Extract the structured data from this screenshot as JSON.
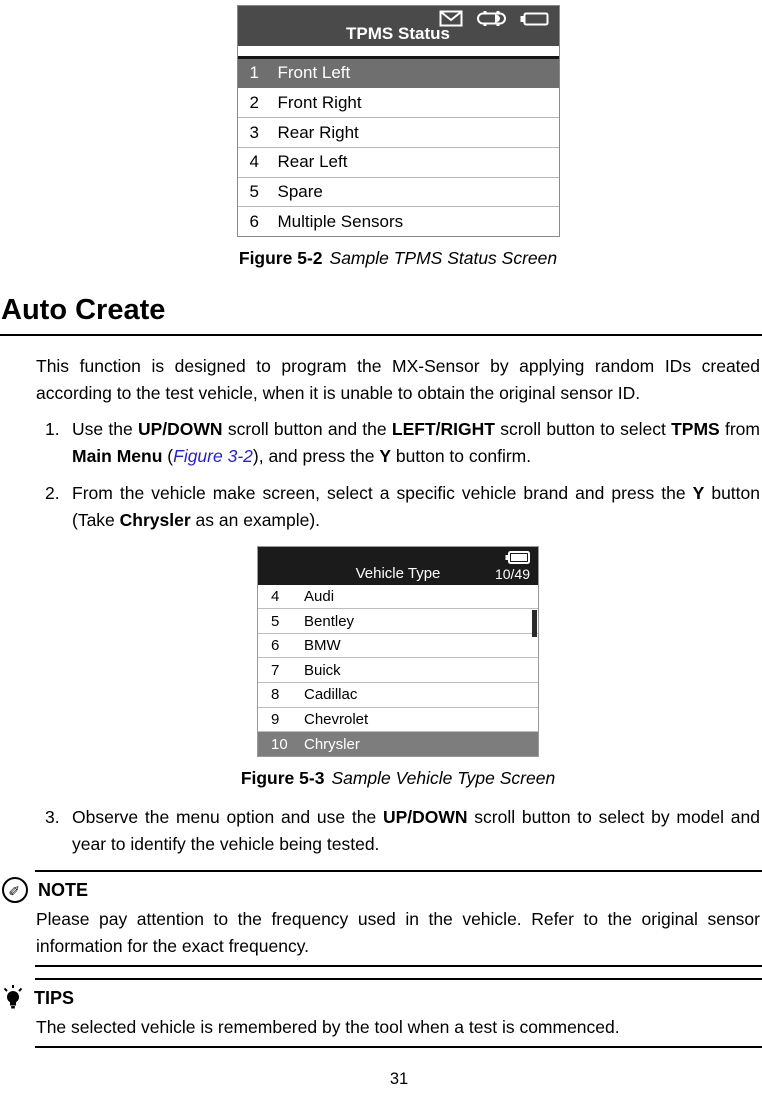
{
  "colors": {
    "link_blue": "#2121de",
    "shot52_header_bg": "#4a4a4a",
    "shot52_selected_bg": "#6f6f6f",
    "shot53_header_bg": "#1b1b1b",
    "shot53_selected_bg": "#7d7d7d"
  },
  "figure52": {
    "screen": {
      "title": "TPMS Status",
      "status_icons": [
        "mail-icon",
        "vehicle-icon",
        "battery-icon"
      ],
      "items": [
        {
          "num": "1",
          "label": "Front Left",
          "selected": true
        },
        {
          "num": "2",
          "label": "Front Right",
          "selected": false
        },
        {
          "num": "3",
          "label": "Rear Right",
          "selected": false
        },
        {
          "num": "4",
          "label": "Rear Left",
          "selected": false
        },
        {
          "num": "5",
          "label": "Spare",
          "selected": false
        },
        {
          "num": "6",
          "label": "Multiple Sensors",
          "selected": false
        }
      ]
    },
    "caption_label": "Figure 5-2",
    "caption_text": "Sample TPMS Status Screen"
  },
  "section": {
    "heading": "Auto Create",
    "intro": [
      {
        "t": "This function is designed to program the MX-Sensor by applying random IDs created according to the test vehicle, when it is unable to obtain the original sensor ID."
      }
    ],
    "steps": [
      {
        "num": "1.",
        "parts": [
          {
            "t": "Use the "
          },
          {
            "t": "UP/DOWN",
            "b": true
          },
          {
            "t": " scroll button and the "
          },
          {
            "t": "LEFT/RIGHT",
            "b": true
          },
          {
            "t": " scroll button to select "
          },
          {
            "t": "TPMS",
            "b": true
          },
          {
            "t": " from "
          },
          {
            "t": "Main Menu",
            "b": true
          },
          {
            "t": " ("
          },
          {
            "t": "Figure 3-2",
            "i": true,
            "link": true
          },
          {
            "t": "), and press the "
          },
          {
            "t": "Y",
            "b": true
          },
          {
            "t": " button to confirm."
          }
        ]
      },
      {
        "num": "2.",
        "parts": [
          {
            "t": "From the vehicle make screen, select a specific vehicle brand and press the "
          },
          {
            "t": "Y",
            "b": true
          },
          {
            "t": " button (Take "
          },
          {
            "t": "Chrysler",
            "b": true
          },
          {
            "t": " as an example)."
          }
        ]
      },
      {
        "num": "3.",
        "parts": [
          {
            "t": "Observe the menu option and use the "
          },
          {
            "t": "UP/DOWN",
            "b": true
          },
          {
            "t": " scroll button to select by model and year to identify the vehicle being tested."
          }
        ]
      }
    ]
  },
  "figure53": {
    "screen": {
      "title": "Vehicle Type",
      "counter": "10/49",
      "status_icons": [
        "battery-icon"
      ],
      "items": [
        {
          "num": "4",
          "label": "Audi",
          "selected": false
        },
        {
          "num": "5",
          "label": "Bentley",
          "selected": false
        },
        {
          "num": "6",
          "label": "BMW",
          "selected": false
        },
        {
          "num": "7",
          "label": "Buick",
          "selected": false
        },
        {
          "num": "8",
          "label": "Cadillac",
          "selected": false
        },
        {
          "num": "9",
          "label": "Chevrolet",
          "selected": false
        },
        {
          "num": "10",
          "label": "Chrysler",
          "selected": true
        }
      ]
    },
    "caption_label": "Figure 5-3",
    "caption_text": "Sample Vehicle Type Screen"
  },
  "note": {
    "heading": "NOTE",
    "text": [
      {
        "t": "Please pay attention to the frequency used in the vehicle. Refer to the original sensor information for the exact frequency."
      }
    ]
  },
  "tips": {
    "heading": "TIPS",
    "text": [
      {
        "t": "The selected vehicle is remembered by the tool when a test is commenced."
      }
    ]
  },
  "footer": {
    "page_number": "31"
  }
}
